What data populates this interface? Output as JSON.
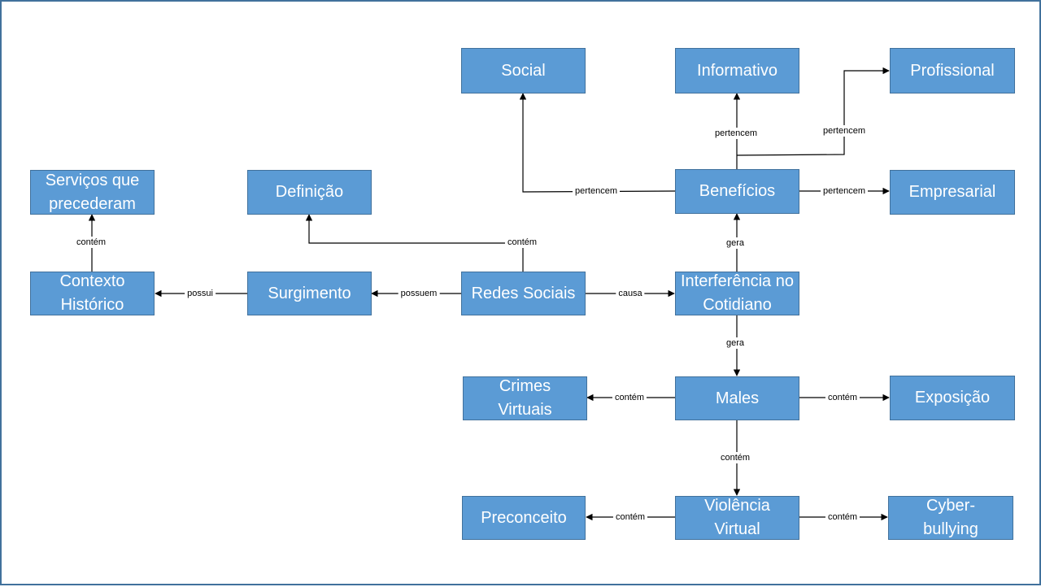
{
  "colors": {
    "node_fill": "#5b9bd5",
    "node_border": "#41719c",
    "node_text": "#ffffff",
    "connector": "#000000",
    "frame": "#41719c"
  },
  "nodes": {
    "social": "Social",
    "informativo": "Informativo",
    "profissional": "Profissional",
    "servicos": "Serviços que precederam",
    "definicao": "Definição",
    "beneficios": "Benefícios",
    "empresarial": "Empresarial",
    "contexto": "Contexto Histórico",
    "surgimento": "Surgimento",
    "redes": "Redes Sociais",
    "interferencia": "Interferência no Cotidiano",
    "crimes": "Crimes Virtuais",
    "males": "Males",
    "exposicao": "Exposição",
    "preconceito": "Preconceito",
    "violencia": "Violência Virtual",
    "cyberbullying": "Cyber-bullying"
  },
  "edge_labels": {
    "beneficios_social": "pertencem",
    "beneficios_informativo": "pertencem",
    "beneficios_profissional": "pertencem",
    "beneficios_empresarial": "pertencem",
    "contexto_servicos": "contém",
    "redes_definicao": "contém",
    "interferencia_beneficios": "gera",
    "surgimento_contexto": "possui",
    "redes_surgimento": "possuem",
    "redes_interferencia": "causa",
    "interferencia_males": "gera",
    "males_crimes": "contém",
    "males_exposicao": "contém",
    "males_violencia": "contém",
    "violencia_preconceito": "contém",
    "violencia_cyberbullying": "contém"
  }
}
